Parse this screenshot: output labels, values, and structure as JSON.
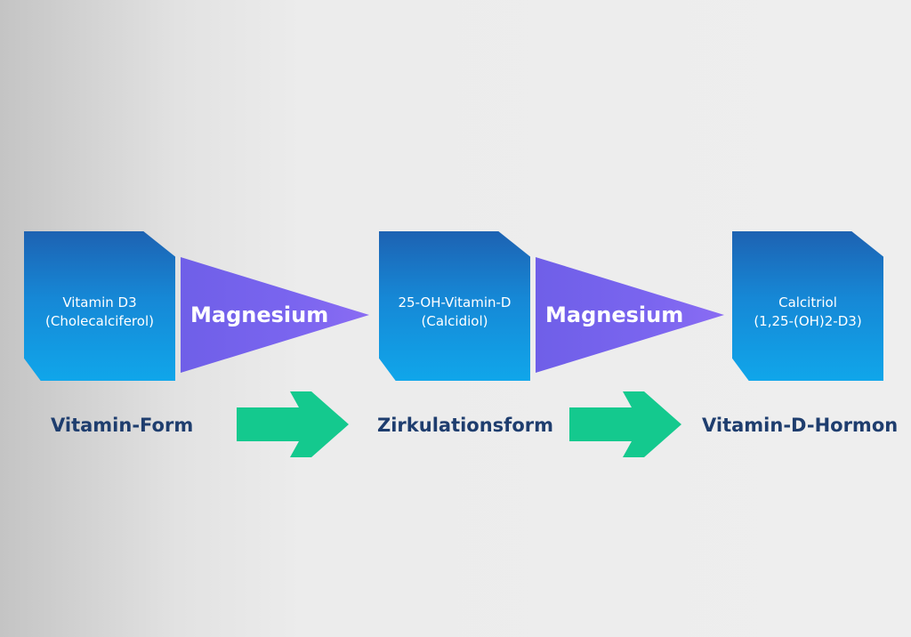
{
  "stages": [
    {
      "line1": "Vitamin D3",
      "line2": "(Cholecalciferol)",
      "caption": "Vitamin-Form"
    },
    {
      "line1": "25-OH-Vitamin-D",
      "line2": "(Calcidiol)",
      "caption": "Zirkulationsform"
    },
    {
      "line1": "Calcitriol",
      "line2": "(1,25-(OH)2-D3)",
      "caption": "Vitamin-D-Hormon"
    }
  ],
  "converters": [
    {
      "label": "Magnesium"
    },
    {
      "label": "Magnesium"
    }
  ],
  "colors": {
    "card_top": "#1d62b2",
    "card_bottom": "#10a6ea",
    "magnesium_arrow": "#7a65ef",
    "flow_arrow": "#14c98e",
    "caption_text": "#1e3d6e"
  }
}
